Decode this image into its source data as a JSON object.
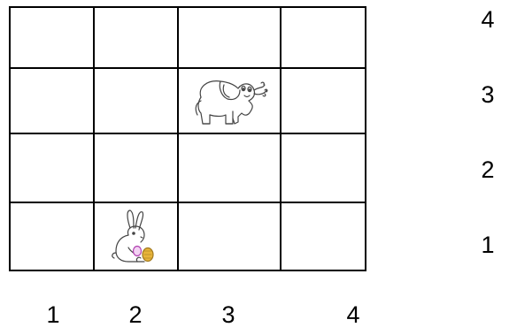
{
  "grid": {
    "columns": 4,
    "rows": 4,
    "x_labels": [
      "1",
      "2",
      "3",
      "4"
    ],
    "y_labels": [
      "4",
      "3",
      "2",
      "1"
    ],
    "line_color": "#000000"
  },
  "pieces": [
    {
      "name": "elephant",
      "icon": "elephant-icon",
      "column": 3,
      "row": 3
    },
    {
      "name": "rabbit",
      "icon": "rabbit-icon",
      "column": 2,
      "row": 1
    }
  ]
}
